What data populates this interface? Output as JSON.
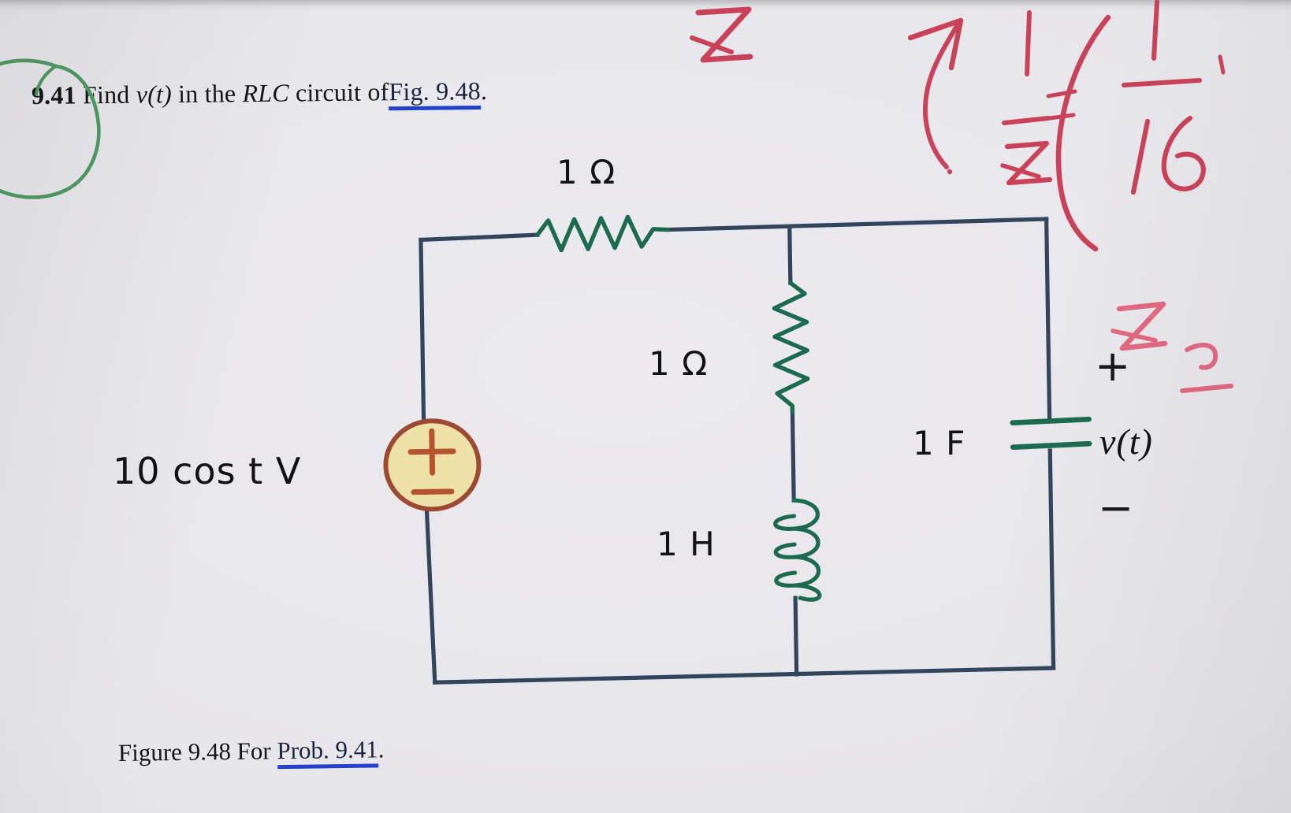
{
  "document": {
    "problem": {
      "number": "9.41",
      "text_before": "Find",
      "variable": "v(t)",
      "text_middle": "in the",
      "circuit_type": "RLC",
      "text_after": "circuit of",
      "figure_ref": "Fig. 9.48",
      "period": "."
    },
    "caption": {
      "figure_label": "Figure 9.48 For",
      "problem_link": "Prob. 9.41",
      "period": "."
    }
  },
  "circuit": {
    "title": "RLC circuit for Problem 9.41",
    "source": {
      "label": "10 cos t V",
      "amplitude": "10",
      "function": "cos t",
      "unit": "V",
      "plus_sign": "+",
      "minus_sign": "−",
      "type": "ac-voltage-source",
      "fill_color": "#efe2a8",
      "stroke_color": "#9c4a33"
    },
    "components": [
      {
        "name": "series-resistor",
        "kind": "resistor",
        "value": "1 Ω",
        "orientation": "horizontal",
        "color": "#1d6b4e"
      },
      {
        "name": "parallel-resistor",
        "kind": "resistor",
        "value": "1 Ω",
        "orientation": "vertical",
        "color": "#1d6b4e"
      },
      {
        "name": "inductor",
        "kind": "inductor",
        "value": "1 H",
        "orientation": "vertical",
        "color": "#1d6b4e"
      },
      {
        "name": "capacitor",
        "kind": "capacitor",
        "value": "1 F",
        "orientation": "vertical",
        "color": "#1d6b4e"
      }
    ],
    "output": {
      "label": "v(t)",
      "polarity_plus": "+",
      "polarity_minus": "−"
    },
    "wire_color": "#33455c"
  },
  "annotations": {
    "ink_color": "#c8435a",
    "circle_color": "#4f9a63",
    "items": [
      {
        "name": "impedance-z-top",
        "text": "Z",
        "position": "top-center"
      },
      {
        "name": "arrow-mark",
        "text": "↗",
        "position": "top-right"
      },
      {
        "name": "one-over-z",
        "numerator": "1",
        "denominator": "Z",
        "position": "top-right"
      },
      {
        "name": "open-paren",
        "text": "(",
        "position": "top-right"
      },
      {
        "name": "one-over-16",
        "numerator": "1",
        "denominator": "16",
        "position": "top-right"
      },
      {
        "name": "impedance-z-right",
        "text": "Z",
        "position": "right-middle"
      },
      {
        "name": "equals-mark",
        "text": "=",
        "position": "right-middle"
      },
      {
        "name": "problem-circle",
        "text": "",
        "position": "around-9.41"
      }
    ]
  }
}
